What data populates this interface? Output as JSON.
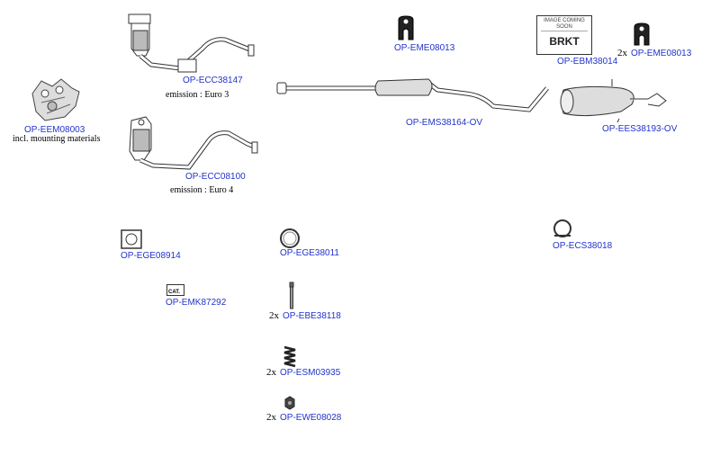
{
  "parts": {
    "ecc38147": {
      "code": "OP-ECC38147",
      "note": "emission : Euro 3",
      "icon": "catalytic-converter-icon"
    },
    "eem08003": {
      "code": "OP-EEM08003",
      "note": "incl. mounting materials",
      "icon": "exhaust-manifold-icon"
    },
    "ecc08100": {
      "code": "OP-ECC08100",
      "note": "emission : Euro 4",
      "icon": "catalytic-converter-icon"
    },
    "eme08013a": {
      "code": "OP-EME08013",
      "icon": "rubber-hanger-icon"
    },
    "ebm38014": {
      "code": "OP-EBM38014",
      "image_caption": "IMAGE COMING SOON",
      "image_text": "BRKT",
      "icon": "bracket-placeholder-icon"
    },
    "eme08013b": {
      "code": "OP-EME08013",
      "qty": "2x",
      "icon": "rubber-hanger-icon"
    },
    "ems38164": {
      "code": "OP-EMS38164-OV",
      "icon": "middle-silencer-icon"
    },
    "ees38193": {
      "code": "OP-EES38193-OV",
      "icon": "rear-silencer-icon"
    },
    "ege08914": {
      "code": "OP-EGE08914",
      "icon": "gasket-square-icon"
    },
    "ege38011": {
      "code": "OP-EGE38011",
      "icon": "gasket-ring-icon"
    },
    "ecs38018": {
      "code": "OP-ECS38018",
      "icon": "clamp-icon"
    },
    "emk87292": {
      "code": "OP-EMK87292",
      "icon": "mounting-kit-icon",
      "badge": "CAT."
    },
    "ebe38118": {
      "code": "OP-EBE38118",
      "qty": "2x",
      "icon": "bolt-icon"
    },
    "esm03935": {
      "code": "OP-ESM03935",
      "qty": "2x",
      "icon": "spring-icon"
    },
    "ewe08028": {
      "code": "OP-EWE08028",
      "qty": "2x",
      "icon": "nut-icon"
    }
  },
  "colors": {
    "link": "#2233cc",
    "line": "#333333"
  }
}
